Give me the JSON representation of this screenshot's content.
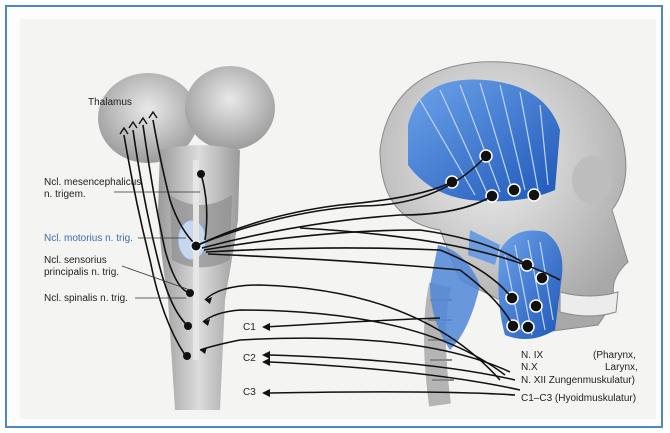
{
  "labels": {
    "thalamus": "Thalamus",
    "mesencephalicus_1": "Ncl. mesencephalicus",
    "mesencephalicus_2": "n. trigem.",
    "motorius": "Ncl. motorius n. trig.",
    "sensorius_1": "Ncl. sensorius",
    "sensorius_2": "principalis n. trig.",
    "spinalis": "Ncl. spinalis n. trig.",
    "c1": "C1",
    "c2": "C2",
    "c3": "C3",
    "n_ix": "N. IX",
    "n_x": "N.X",
    "n_xii": "N. XII Zungenmuskulatur)",
    "pharynx": "(Pharynx,",
    "larynx": "Larynx,",
    "c1_c3": "C1–C3 (Hyoidmuskulatur)"
  },
  "colors": {
    "muscle_blue": "#2f6fd0",
    "label_blue": "#3a6db5",
    "frame_border": "#4f86c6"
  }
}
